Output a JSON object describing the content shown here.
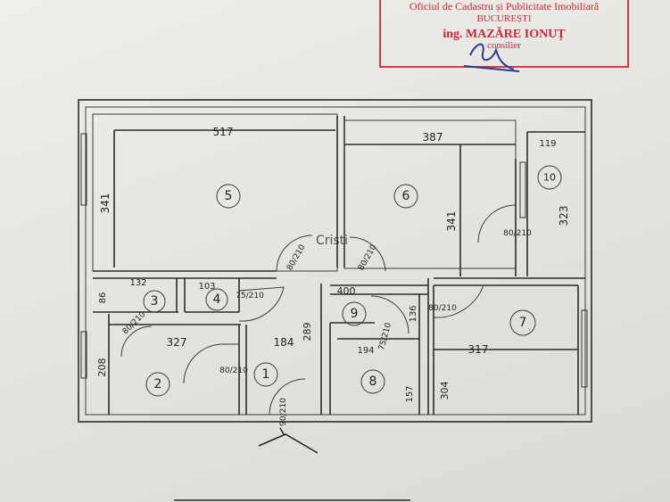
{
  "stamp": {
    "line1": "Oficiul de Cadastru și Publicitate Imobiliară",
    "line2": "BUCUREȘTI",
    "line3": "ing. MAZĂRE IONUȚ",
    "line4": "consilier"
  },
  "rooms": [
    {
      "id": "r1",
      "number": "1"
    },
    {
      "id": "r2",
      "number": "2"
    },
    {
      "id": "r3",
      "number": "3"
    },
    {
      "id": "r4",
      "number": "4"
    },
    {
      "id": "r5",
      "number": "5"
    },
    {
      "id": "r6",
      "number": "6"
    },
    {
      "id": "r7",
      "number": "7"
    },
    {
      "id": "r8",
      "number": "8"
    },
    {
      "id": "r9",
      "number": "9"
    },
    {
      "id": "r10",
      "number": "10"
    }
  ],
  "dimensions": {
    "room5_width": "517",
    "room5_height": "341",
    "room6_width": "387",
    "room6_height": "341",
    "room10_width": "119",
    "room10_height": "323",
    "room3_width": "132",
    "room3_height": "86",
    "room4_width": "103",
    "room2_width": "327",
    "room2_height": "208",
    "hall_width": "184",
    "hall_height": "289",
    "hall9_width": "400",
    "hall9_height": "136",
    "room8_width": "194",
    "room8_height": "157",
    "room7_width": "317",
    "room7_height": "304"
  },
  "doors": {
    "d5": "80/210",
    "d6": "80/210",
    "d10": "80/210",
    "d4": "75/210",
    "d3": "80/210",
    "d2": "80/210",
    "d7": "80/210",
    "d9": "75/210",
    "entrance": "90/210"
  },
  "watermark": "Cristi"
}
